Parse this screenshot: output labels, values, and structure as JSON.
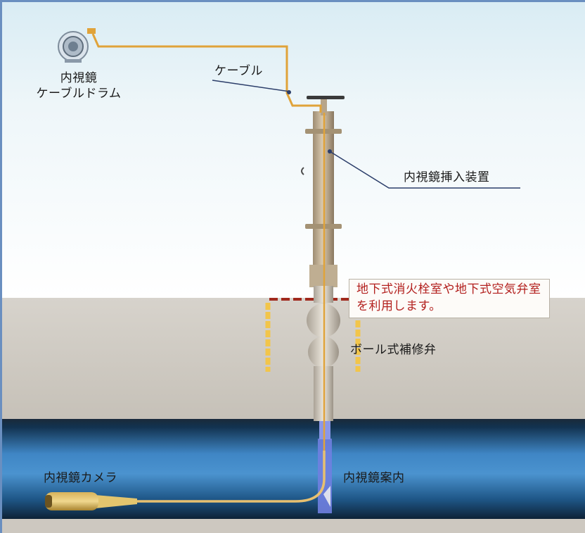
{
  "labels": {
    "drum_line1": "内視鏡",
    "drum_line2": "ケーブルドラム",
    "cable": "ケーブル",
    "insertion_device": "内視鏡挿入装置",
    "callout": "地下式消火栓室や地下式空気弁室を利用します。",
    "valve": "ボール式補修弁",
    "camera": "内視鏡カメラ",
    "guide": "内視鏡案内"
  },
  "colors": {
    "cable": "#e0a33a",
    "pipe": "#2f6fb0",
    "ground": "#cfcac2",
    "callout_text": "#b3201e",
    "dashed_line": "#a02a1e",
    "excavation_marker": "#f2c54a",
    "guide": "#6f7fe0"
  },
  "icons": {
    "drum": "cable-drum-icon"
  }
}
